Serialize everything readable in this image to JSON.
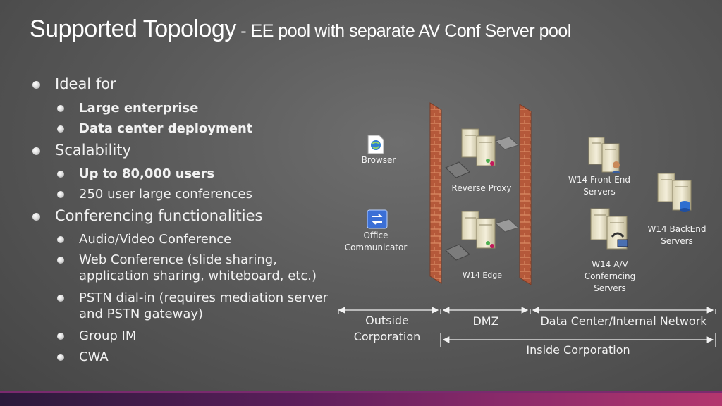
{
  "title": {
    "main": "Supported Topology",
    "sub": " - EE pool with separate AV Conf Server pool"
  },
  "bullets": [
    {
      "text": "Ideal for",
      "level": 1,
      "bold": false
    },
    {
      "text": "Large enterprise",
      "level": 2,
      "bold": true
    },
    {
      "text": "Data center deployment",
      "level": 2,
      "bold": true
    },
    {
      "text": "Scalability",
      "level": 1,
      "bold": false
    },
    {
      "text": "Up to 80,000 users",
      "level": 2,
      "bold": true
    },
    {
      "text": "250 user large conferences",
      "level": 2,
      "bold": false
    },
    {
      "text": "Conferencing functionalities",
      "level": 1,
      "bold": false
    },
    {
      "text": "Audio/Video Conference",
      "level": 2,
      "bold": false
    },
    {
      "text": "Web Conference (slide sharing,",
      "level": 2,
      "bold": false
    },
    {
      "text": "application sharing, whiteboard, etc.)",
      "level": 2,
      "bold": false
    },
    {
      "text": "PSTN dial-in (requires mediation server",
      "level": 2,
      "bold": false
    },
    {
      "text": "and PSTN gateway)",
      "level": 2,
      "bold": false
    },
    {
      "text": "Group IM",
      "level": 2,
      "bold": false
    },
    {
      "text": "CWA",
      "level": 2,
      "bold": false
    }
  ],
  "diagram": {
    "nodes": {
      "browser": {
        "label": "Browser",
        "icon": "browser-icon"
      },
      "communicator": {
        "label1": "Office",
        "label2": "Communicator",
        "icon": "communicator-icon"
      },
      "reverse_proxy": {
        "label": "Reverse Proxy",
        "icon": "server-icon"
      },
      "edge": {
        "label": "W14 Edge",
        "icon": "server-icon"
      },
      "front_end": {
        "label1": "W14 Front End",
        "label2": "Servers",
        "icon": "server-icon"
      },
      "backend": {
        "label1": "W14 BackEnd",
        "label2": "Servers",
        "icon": "database-server-icon"
      },
      "av": {
        "label1": "W14 A/V",
        "label2": "Conferncing",
        "label3": "Servers",
        "icon": "av-server-icon"
      }
    },
    "zones": {
      "outside_1": "Outside",
      "outside_2": "Corporation",
      "dmz": "DMZ",
      "internal": "Data Center/Internal Network",
      "inside": "Inside Corporation"
    },
    "colors": {
      "firewall": "#b5593a",
      "firewall_light": "#d98a63",
      "server": "#e8e2c8",
      "accent_green": "#4caf50",
      "accent_magenta": "#c2185b",
      "arrow": "#f2f2f2"
    }
  }
}
